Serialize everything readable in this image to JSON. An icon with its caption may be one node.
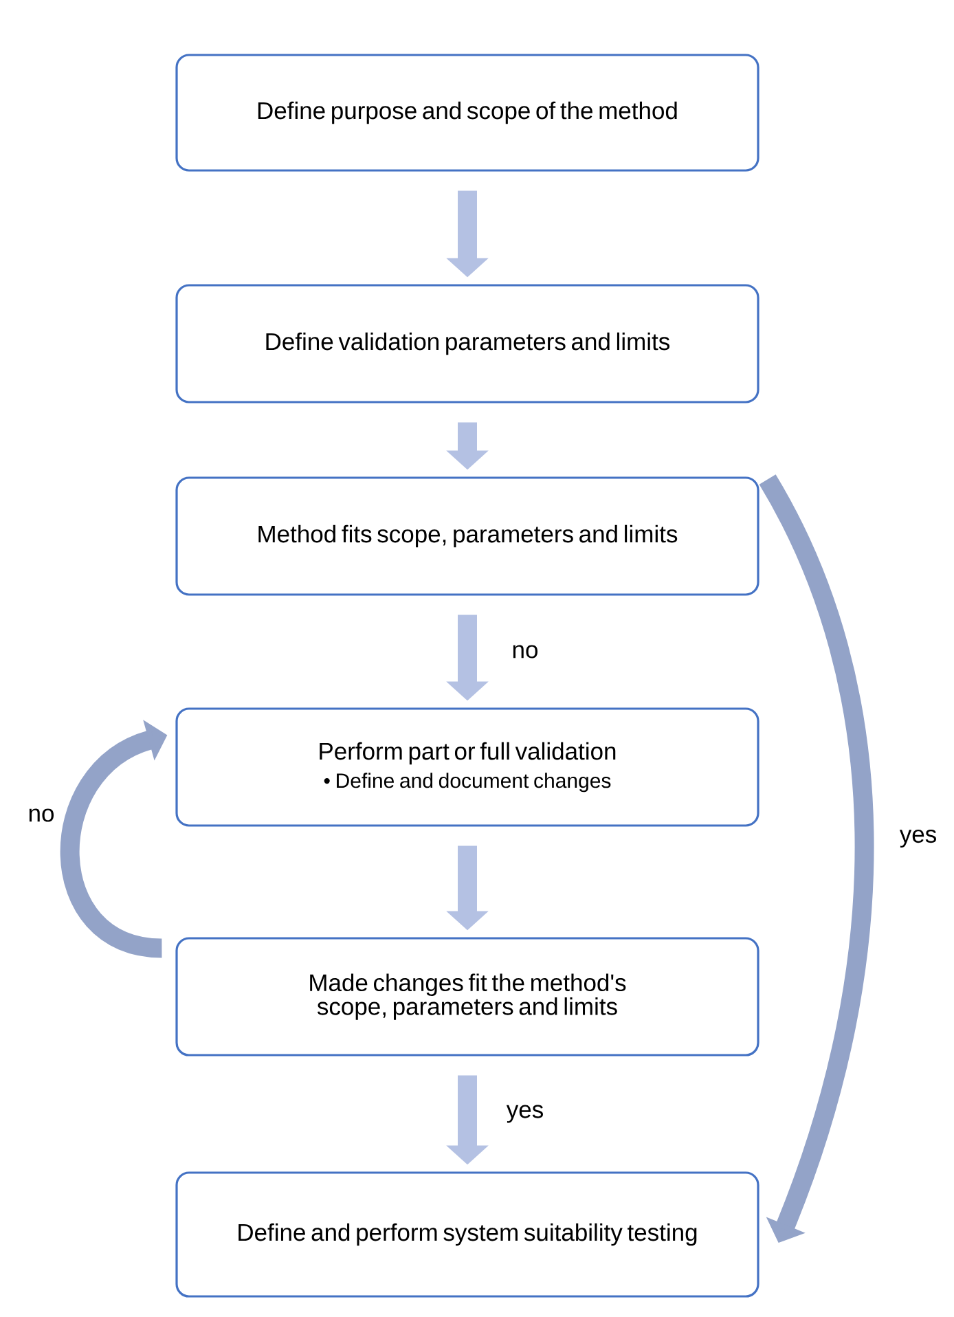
{
  "diagram": {
    "nodes": [
      {
        "text": [
          "Define purpose and scope of the method"
        ]
      },
      {
        "text": [
          "Define validation parameters and limits"
        ]
      },
      {
        "text": [
          "Method fits scope, parameters and limits"
        ]
      },
      {
        "text": [
          "Perform part or full validation",
          "• Define and document changes"
        ]
      },
      {
        "text": [
          "Made changes fit the method's scope, parameters and limits"
        ]
      },
      {
        "text": [
          "Define and perform system suitability testing"
        ]
      }
    ],
    "edges": [
      {
        "from": 0,
        "to": 1,
        "arrow": "to"
      },
      {
        "from": 1,
        "to": 2,
        "arrow": "to"
      },
      {
        "from": 2,
        "to": 3,
        "arrow": "to",
        "label": "no"
      },
      {
        "from": 3,
        "to": 4,
        "arrow": "to"
      },
      {
        "from": 4,
        "to": 5,
        "arrow": "to",
        "label": "yes"
      },
      {
        "from": 2,
        "to": 5,
        "arrow": "to",
        "label": "yes",
        "color": "#93a3c8"
      },
      {
        "from": 4,
        "to": 3,
        "arrow": "to",
        "label": "no",
        "color": "#93a3c8"
      }
    ]
  }
}
